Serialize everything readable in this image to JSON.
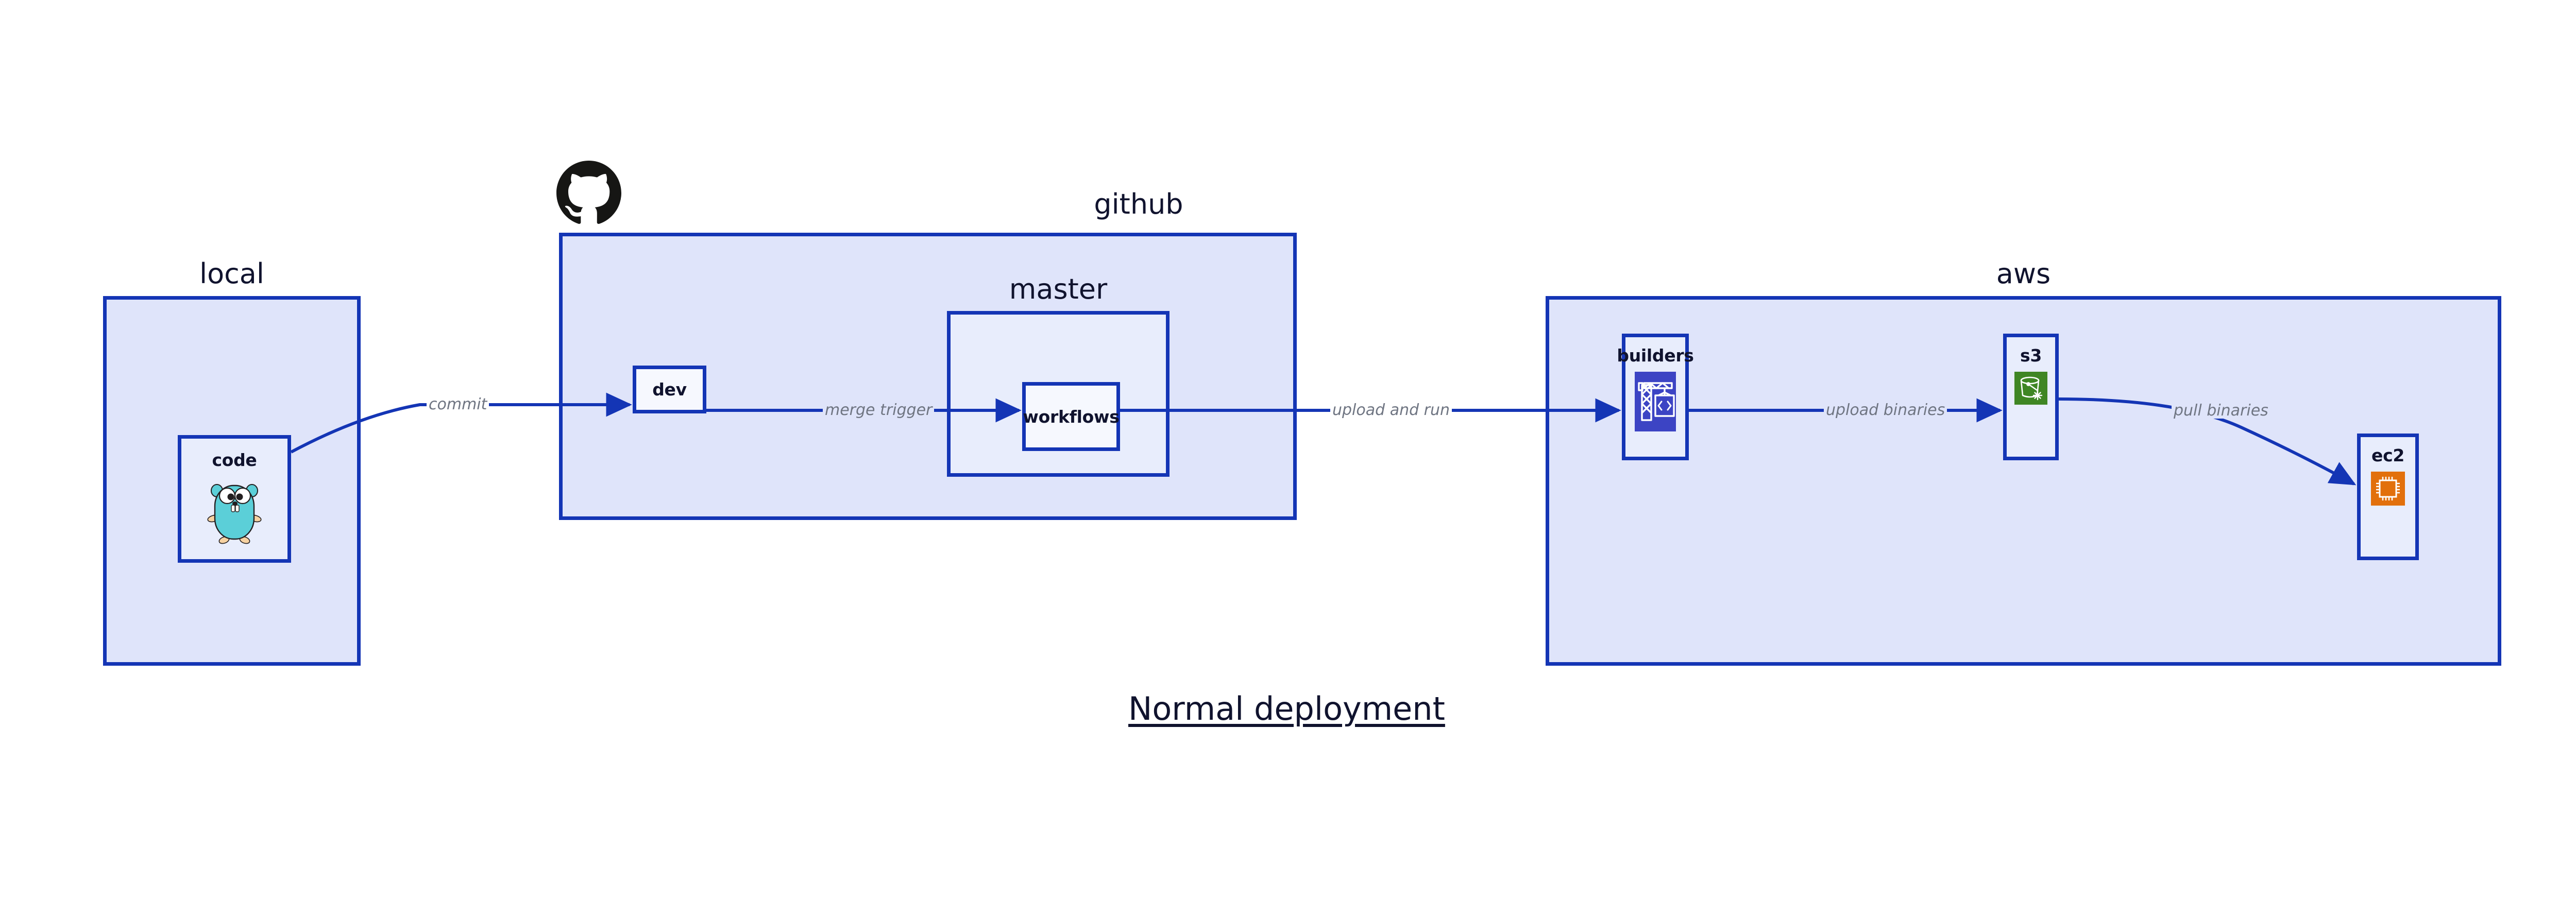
{
  "diagram": {
    "title": "Normal deployment",
    "accent_border": "#1435b5",
    "group_fill": "#dfe4fa",
    "node_fill": "#e8edfc",
    "label_color": "#10132e",
    "edge_label_color": "#6f7582",
    "background": "#ffffff"
  },
  "groups": [
    {
      "id": "local",
      "label": "local"
    },
    {
      "id": "github",
      "label": "github"
    },
    {
      "id": "master",
      "label": "master"
    },
    {
      "id": "aws",
      "label": "aws"
    }
  ],
  "nodes": [
    {
      "id": "code",
      "label": "code",
      "icon": "go-gopher-icon",
      "group": "local"
    },
    {
      "id": "dev",
      "label": "dev",
      "icon": null,
      "group": "github"
    },
    {
      "id": "workflows",
      "label": "workflows",
      "icon": null,
      "group": "master"
    },
    {
      "id": "builders",
      "label": "builders",
      "icon": "aws-builders-icon",
      "group": "aws",
      "icon_color": "#3c44c4"
    },
    {
      "id": "s3",
      "label": "s3",
      "icon": "aws-s3-icon",
      "group": "aws",
      "icon_color": "#3f8624"
    },
    {
      "id": "ec2",
      "label": "ec2",
      "icon": "aws-ec2-icon",
      "group": "aws",
      "icon_color": "#e2700c"
    }
  ],
  "edges": [
    {
      "id": "commit",
      "label": "commit",
      "from": "code",
      "to": "dev"
    },
    {
      "id": "merge-trigger",
      "label": "merge trigger",
      "from": "dev",
      "to": "workflows"
    },
    {
      "id": "upload-run",
      "label": "upload and run",
      "from": "workflows",
      "to": "builders"
    },
    {
      "id": "upload-bin",
      "label": "upload binaries",
      "from": "builders",
      "to": "s3"
    },
    {
      "id": "pull-bin",
      "label": "pull binaries",
      "from": "s3",
      "to": "ec2"
    }
  ],
  "logos": [
    {
      "id": "github-octocat",
      "icon": "github-octocat-icon",
      "color": "#161614"
    }
  ]
}
